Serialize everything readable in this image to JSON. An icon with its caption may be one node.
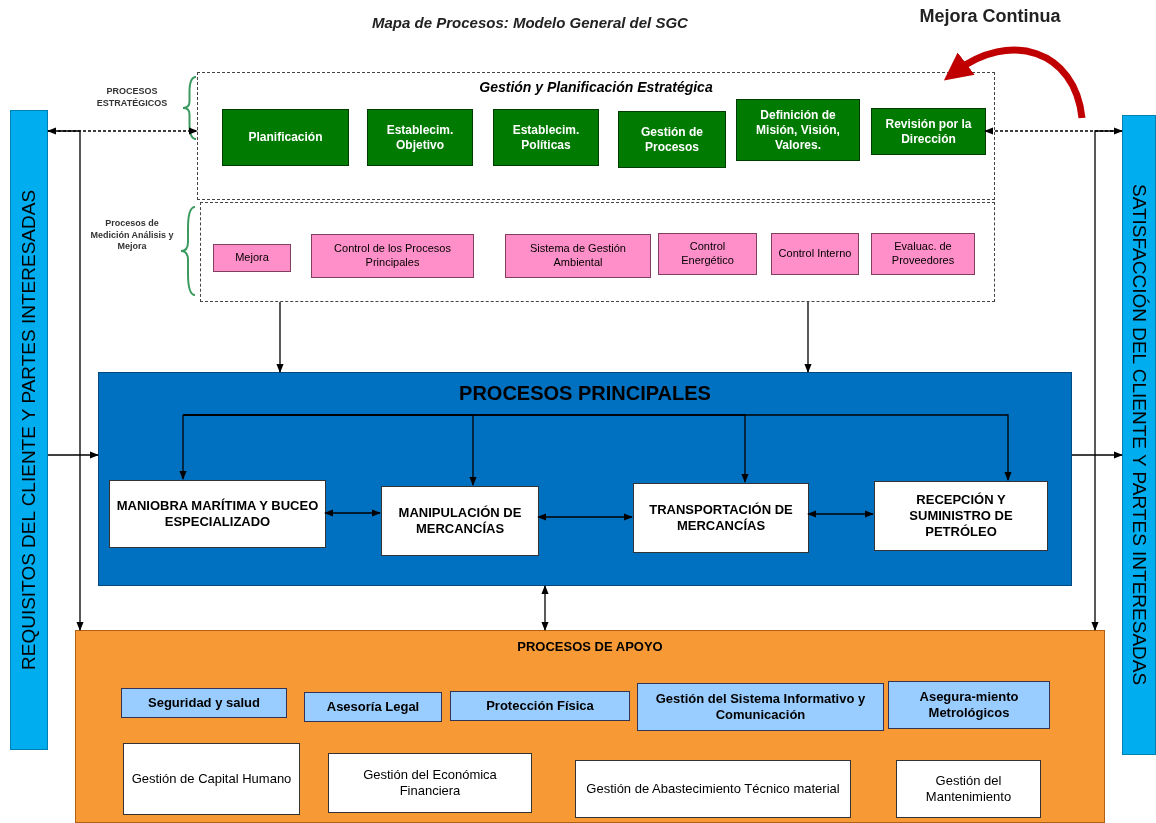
{
  "diagram": {
    "title": "Mapa de Procesos: Modelo General del SGC",
    "nodes": [
      {
        "text": [
          "REQUISITOS DEL CLIENTE Y PARTES INTERESADAS"
        ]
      },
      {
        "text": [
          "SATISFACCIÓN DEL CLIENTE Y PARTES INTERESADAS"
        ]
      },
      {
        "text": [
          "Gestión y Planificación Estratégica"
        ],
        "beside": [
          "PROCESOS ESTRATÉGICOS"
        ]
      },
      {
        "text": [
          "Planificación"
        ],
        "in": 2
      },
      {
        "text": [
          "Establecim. Objetivo"
        ],
        "in": 2
      },
      {
        "text": [
          "Establecim. Políticas"
        ],
        "in": 2
      },
      {
        "text": [
          "Gestión de Procesos"
        ],
        "in": 2
      },
      {
        "text": [
          "Definición de Misión, Visión, Valores."
        ],
        "in": 2
      },
      {
        "text": [
          "Revisión por la Dirección"
        ],
        "in": 2
      },
      {
        "text": [],
        "shape": "box",
        "beside": [
          "Procesos de Medición Análisis y Mejora"
        ]
      },
      {
        "text": [
          "Mejora"
        ],
        "in": 9
      },
      {
        "text": [
          "Control de los Procesos Principales"
        ],
        "in": 9
      },
      {
        "text": [
          "Sistema de Gestión Ambiental"
        ],
        "in": 9
      },
      {
        "text": [
          "Control Energético"
        ],
        "in": 9
      },
      {
        "text": [
          "Control Interno"
        ],
        "in": 9
      },
      {
        "text": [
          "Evaluac. de Proveedores"
        ],
        "in": 9
      },
      {
        "text": [
          "PROCESOS PRINCIPALES"
        ]
      },
      {
        "text": [
          "MANIOBRA MARÍTIMA Y BUCEO ESPECIALIZADO"
        ],
        "in": 16
      },
      {
        "text": [
          "MANIPULACIÓN DE MERCANCÍAS"
        ],
        "in": 16
      },
      {
        "text": [
          "TRANSPORTACIÓN DE MERCANCÍAS"
        ],
        "in": 16
      },
      {
        "text": [
          "RECEPCIÓN Y SUMINISTRO DE PETRÓLEO"
        ],
        "in": 16
      },
      {
        "text": [
          "PROCESOS DE APOYO"
        ]
      },
      {
        "text": [
          "Seguridad y salud"
        ],
        "in": 21
      },
      {
        "text": [
          "Asesoría Legal"
        ],
        "in": 21
      },
      {
        "text": [
          "Protección Física"
        ],
        "in": 21
      },
      {
        "text": [
          "Gestión del Sistema Informativo y Comunicación"
        ],
        "in": 21
      },
      {
        "text": [
          "Asegura-miento Metrológicos"
        ],
        "in": 21
      },
      {
        "text": [
          "Gestión de Capital Humano"
        ],
        "in": 21
      },
      {
        "text": [
          "Gestión del Económica Financiera"
        ],
        "in": 21
      },
      {
        "text": [
          "Gestión de Abastecimiento Técnico material"
        ],
        "in": 21
      },
      {
        "text": [
          "Gestión del Mantenimiento"
        ],
        "in": 21
      }
    ],
    "edges": [
      {
        "from": 0,
        "to": 2,
        "arrow": "both",
        "style": "dashed"
      },
      {
        "from": 8,
        "to": 1,
        "arrow": "both",
        "style": "dashed"
      },
      {
        "from": 0,
        "to": 21,
        "arrow": "to"
      },
      {
        "from": 1,
        "to": 21,
        "arrow": "to"
      },
      {
        "from": 9,
        "to": 16,
        "arrow": "to"
      },
      {
        "from": 9,
        "to": 16,
        "arrow": "to"
      },
      {
        "from": 0,
        "to": 16,
        "arrow": "to"
      },
      {
        "from": 16,
        "to": 1,
        "arrow": "to"
      },
      {
        "from": 16,
        "to": 17,
        "arrow": "to"
      },
      {
        "from": 16,
        "to": 18,
        "arrow": "to"
      },
      {
        "from": 16,
        "to": 19,
        "arrow": "to"
      },
      {
        "from": 16,
        "to": 20,
        "arrow": "to"
      },
      {
        "from": 17,
        "to": 18,
        "arrow": "both"
      },
      {
        "from": 18,
        "to": 19,
        "arrow": "both"
      },
      {
        "from": 19,
        "to": 20,
        "arrow": "both"
      },
      {
        "from": 16,
        "to": 21,
        "arrow": "both"
      }
    ],
    "labels": [
      "Mejora Continua"
    ]
  }
}
